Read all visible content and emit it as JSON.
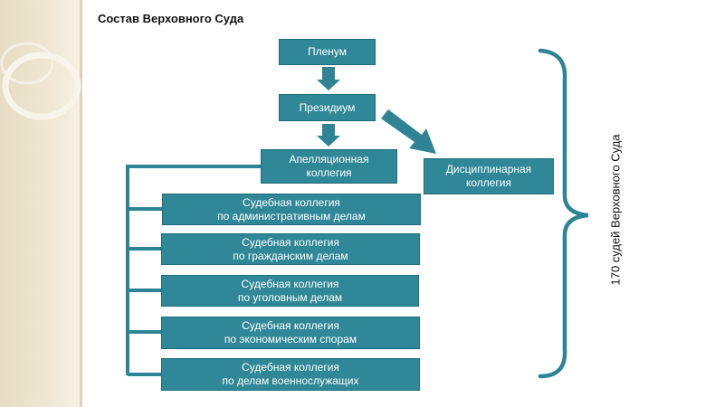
{
  "title": "Состав Верховного Суда",
  "boxes": {
    "plenum": "Пленум",
    "presidium": "Президиум",
    "appeal": "Апелляционная\nколлегия",
    "disciplinary": "Дисциплинарная\nколлегия",
    "admin": "Судебная коллегия\nпо административным делам",
    "civil": "Судебная коллегия\nпо гражданским делам",
    "criminal": "Судебная коллегия\nпо уголовным делам",
    "economic": "Судебная коллегия\nпо экономическим спорам",
    "military": "Судебная коллегия\nпо делам военнослужащих"
  },
  "side_label": "170 судей Верховного Суда",
  "colors": {
    "box_fill": "#2f8797",
    "connector": "#2e8494",
    "background_strip": "#efe7d3"
  }
}
